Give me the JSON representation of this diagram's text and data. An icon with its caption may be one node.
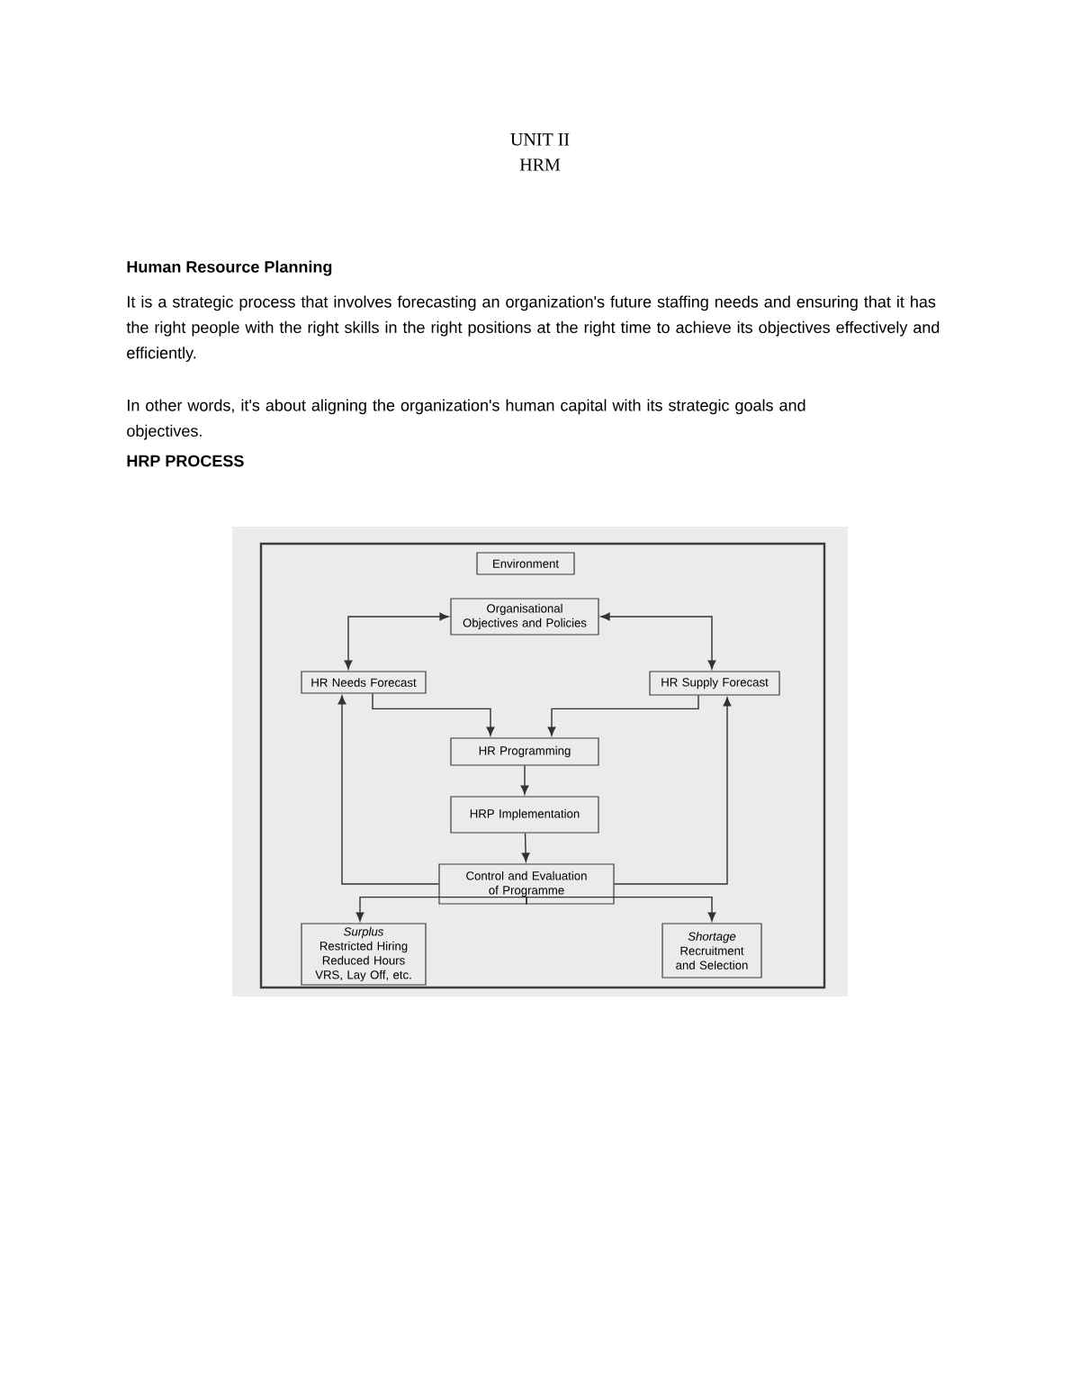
{
  "diagram": {
    "title": "UNIT II",
    "nodes": [
      {
        "text": [
          "Environment"
        ]
      },
      {
        "text": [
          "Organisational Objectives and Policies"
        ]
      },
      {
        "text": [
          "HR Needs Forecast"
        ]
      },
      {
        "text": [
          "HR Supply Forecast"
        ]
      },
      {
        "text": [
          "HR Programming"
        ]
      },
      {
        "text": [
          "HRP Implementation"
        ]
      },
      {
        "text": [
          "Control and Evaluation of Programme"
        ]
      },
      {
        "text": [
          "Surplus",
          "Restricted Hiring Reduced Hours VRS, Lay Off, etc."
        ]
      },
      {
        "text": [
          "Shortage",
          "Recruitment and Selection"
        ]
      }
    ],
    "edges": [
      {
        "from": 1,
        "to": 2,
        "arrow": "both"
      },
      {
        "from": 1,
        "to": 3,
        "arrow": "both"
      },
      {
        "from": 2,
        "to": 4,
        "arrow": "to"
      },
      {
        "from": 3,
        "to": 4,
        "arrow": "to"
      },
      {
        "from": 4,
        "to": 5,
        "arrow": "to"
      },
      {
        "from": 5,
        "to": 6,
        "arrow": "to"
      },
      {
        "from": 6,
        "to": 2,
        "arrow": "to"
      },
      {
        "from": 6,
        "to": 3,
        "arrow": "to"
      },
      {
        "from": 6,
        "to": 7,
        "arrow": "to"
      },
      {
        "from": 6,
        "to": 8,
        "arrow": "to"
      }
    ],
    "labels": [
      "HRM",
      "Human Resource Planning",
      "It is a strategic process that involves forecasting an organization's future staffing needs and ensuring that it has the right people with the right skills in the right positions at the right time to achieve its objectives effectively and efficiently.",
      "In other words, it's about aligning the organization's human capital with its strategic goals and objectives.",
      "HRP PROCESS"
    ]
  }
}
